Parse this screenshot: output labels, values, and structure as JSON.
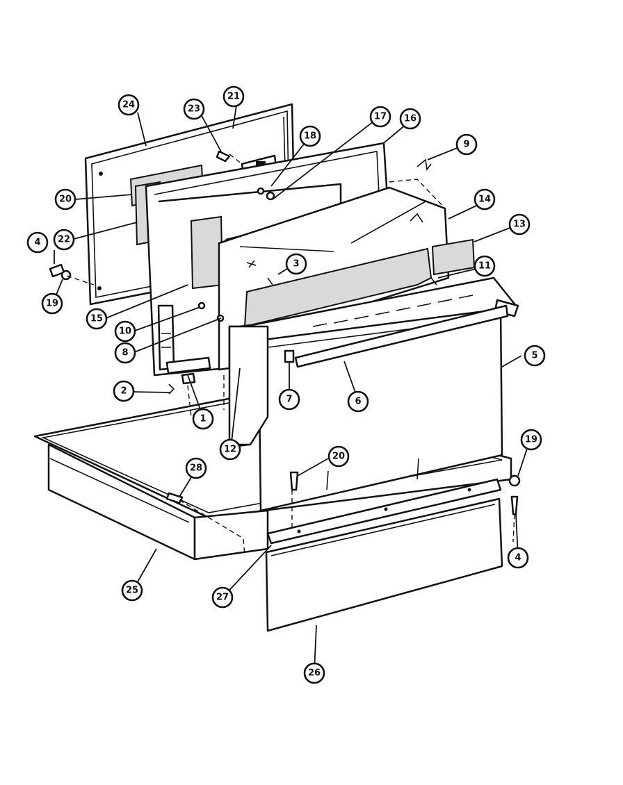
{
  "callouts": {
    "c24": "24",
    "c23": "23",
    "c21": "21",
    "c18": "18",
    "c17": "17",
    "c16": "16",
    "c9": "9",
    "c20a": "20",
    "c22": "22",
    "c4a": "4",
    "c19a": "19",
    "c14": "14",
    "c13": "13",
    "c3": "3",
    "c11": "11",
    "c15": "15",
    "c10": "10",
    "c8": "8",
    "c5": "5",
    "c2": "2",
    "c1": "1",
    "c7": "7",
    "c6": "6",
    "c12": "12",
    "c20b": "20",
    "c19b": "19",
    "c28": "28",
    "c4b": "4",
    "c25": "25",
    "c27": "27",
    "c26": "26"
  }
}
